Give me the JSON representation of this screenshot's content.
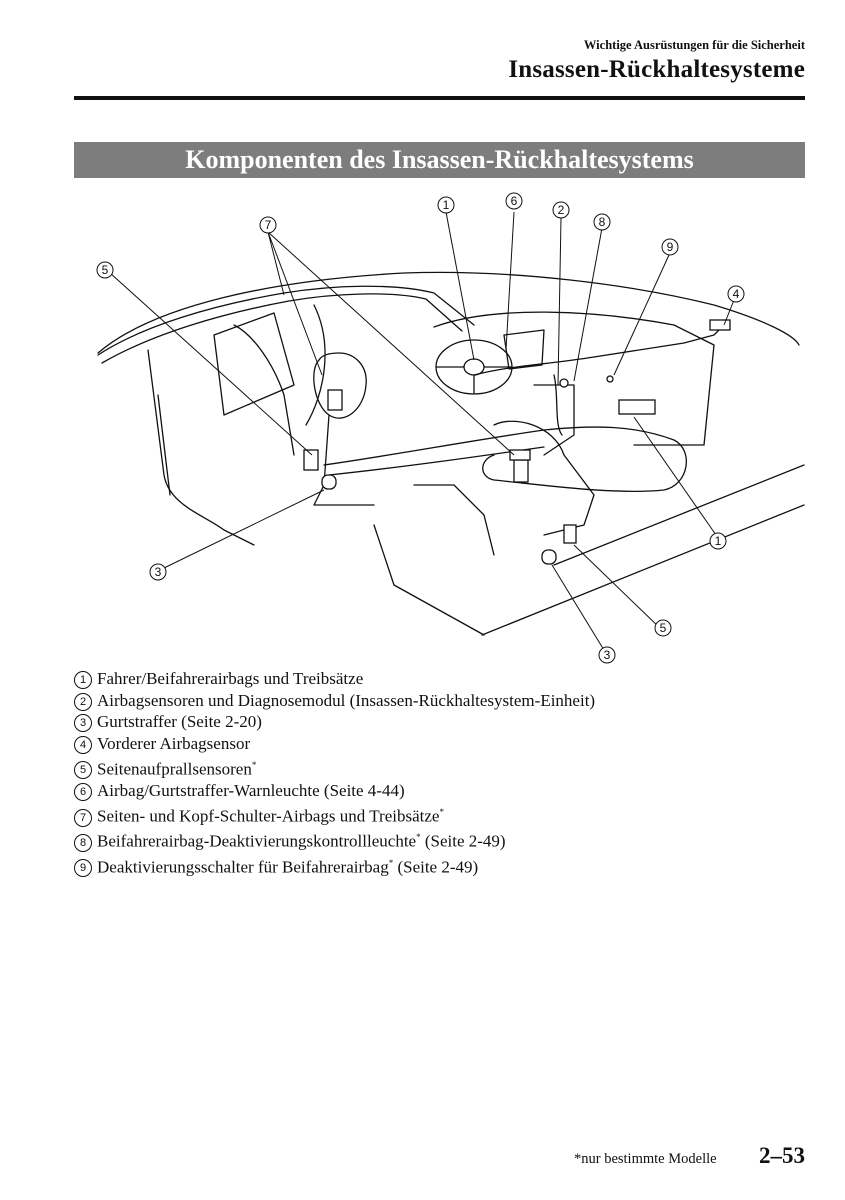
{
  "header": {
    "section": "Wichtige Ausrüstungen für die Sicherheit",
    "title": "Insassen-Rückhaltesysteme"
  },
  "banner": "Komponenten des Insassen-Rückhaltesystems",
  "callout_numbers": [
    "1",
    "2",
    "3",
    "4",
    "5",
    "6",
    "7",
    "8",
    "9"
  ],
  "legend": [
    {
      "num": "1",
      "text": "Fahrer/Beifahrerairbags und Treibsätze",
      "note": ""
    },
    {
      "num": "2",
      "text": "Airbagsensoren und Diagnosemodul (Insassen-Rückhaltesystem-Einheit)",
      "note": ""
    },
    {
      "num": "3",
      "text": "Gurtstraffer (Seite 2-20)",
      "note": ""
    },
    {
      "num": "4",
      "text": "Vorderer Airbagsensor",
      "note": ""
    },
    {
      "num": "5",
      "text": "Seitenaufprallsensoren",
      "note": "*"
    },
    {
      "num": "6",
      "text": "Airbag/Gurtstraffer-Warnleuchte (Seite 4-44)",
      "note": ""
    },
    {
      "num": "7",
      "text": "Seiten- und Kopf-Schulter-Airbags und Treibsätze",
      "note": "*"
    },
    {
      "num": "8",
      "text": "Beifahrerairbag-Deaktivierungskontrollleuchte",
      "note": "*",
      "suffix": " (Seite 2-49)"
    },
    {
      "num": "9",
      "text": "Deaktivierungsschalter für Beifahrerairbag",
      "note": "*",
      "suffix": " (Seite 2-49)"
    }
  ],
  "footer": {
    "note": "*nur bestimmte Modelle",
    "page": "2–53"
  }
}
